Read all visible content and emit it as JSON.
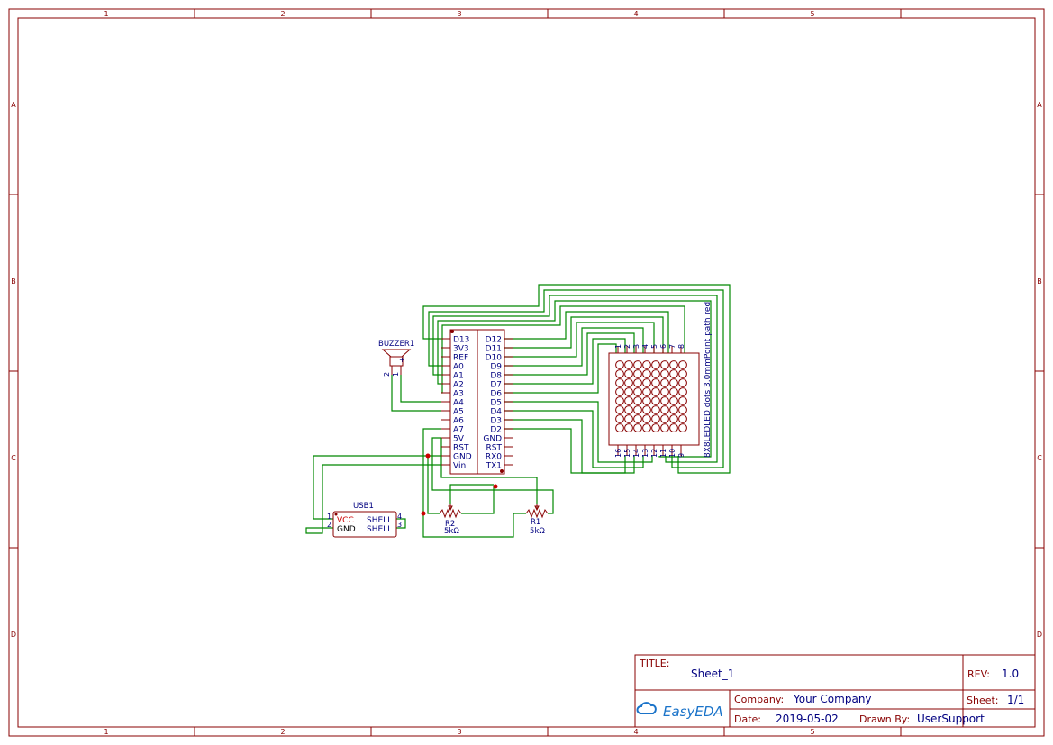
{
  "frame": {
    "columns": [
      "1",
      "2",
      "3",
      "4",
      "5"
    ],
    "rows": [
      "A",
      "B",
      "C",
      "D"
    ]
  },
  "mcu": {
    "left_pins": [
      "D13",
      "3V3",
      "REF",
      "A0",
      "A1",
      "A2",
      "A3",
      "A4",
      "A5",
      "A6",
      "A7",
      "5V",
      "RST",
      "GND",
      "Vin"
    ],
    "right_pins": [
      "D12",
      "D11",
      "D10",
      "D9",
      "D8",
      "D7",
      "D6",
      "D5",
      "D4",
      "D3",
      "D2",
      "GND",
      "RST",
      "RX0",
      "TX1"
    ]
  },
  "buzzer": {
    "ref": "BUZZER1",
    "pin_2": "2",
    "pin_1": "1",
    "plus": "+"
  },
  "usb": {
    "ref": "USB1",
    "pins_left": [
      "1",
      "2"
    ],
    "labels_left": [
      "VCC",
      "GND"
    ],
    "labels_right": [
      "SHELL",
      "SHELL"
    ],
    "pins_right": [
      "4",
      "3"
    ]
  },
  "resistors": [
    {
      "ref": "R2",
      "value": "5kΩ"
    },
    {
      "ref": "R1",
      "value": "5kΩ"
    }
  ],
  "matrix": {
    "description": "8X8LEDLED dots 3.0mmPoint path red",
    "top_pins": [
      "1",
      "2",
      "3",
      "4",
      "5",
      "6",
      "7",
      "8"
    ],
    "bottom_pins": [
      "16",
      "15",
      "14",
      "13",
      "12",
      "11",
      "10",
      "9"
    ]
  },
  "title_block": {
    "title_label": "TITLE:",
    "title_value": "Sheet_1",
    "rev_label": "REV:",
    "rev_value": "1.0",
    "company_label": "Company:",
    "company_value": "Your Company",
    "sheet_label": "Sheet:",
    "sheet_value": "1/1",
    "date_label": "Date:",
    "date_value": "2019-05-02",
    "drawn_label": "Drawn By:",
    "drawn_value": "UserSupport",
    "logo_text": "EasyEDA"
  },
  "colors": {
    "border": "#880000",
    "wire": "#008800",
    "text": "#000080",
    "junction": "#cc0000"
  }
}
